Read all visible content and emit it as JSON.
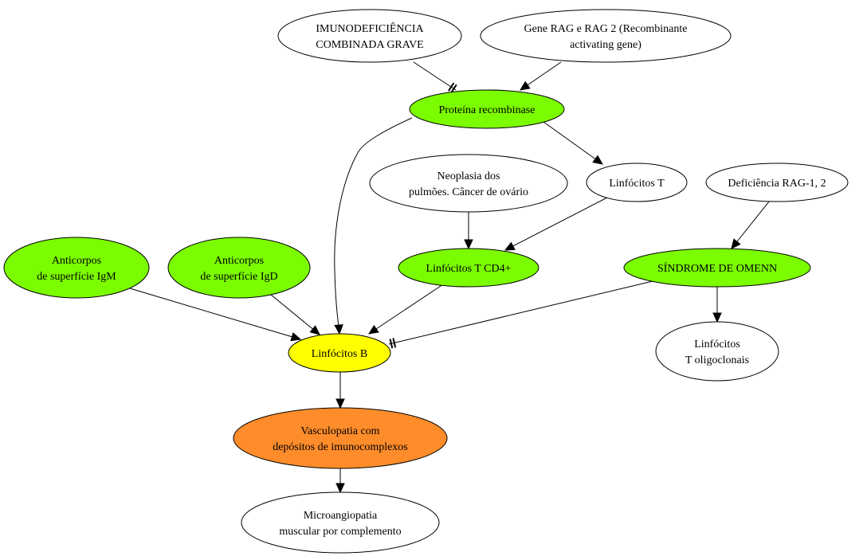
{
  "colors": {
    "green": "#7cfc00",
    "yellow": "#ffff00",
    "orange": "#ff8c2a",
    "white": "#ffffff",
    "stroke": "#000000"
  },
  "nodes": [
    {
      "id": "imunodeficiencia",
      "lines": [
        "IMUNODEFICIÊNCIA",
        "COMBINADA GRAVE"
      ],
      "fill": "white"
    },
    {
      "id": "gene-rag",
      "lines": [
        "Gene RAG e RAG 2 (Recombinante",
        "activating gene)"
      ],
      "fill": "white"
    },
    {
      "id": "proteina-recombinase",
      "lines": [
        "Proteína recombinase"
      ],
      "fill": "green"
    },
    {
      "id": "neoplasia",
      "lines": [
        "Neoplasia dos",
        "pulmões. Câncer de ovário"
      ],
      "fill": "white"
    },
    {
      "id": "linfocitos-t",
      "lines": [
        "Linfócitos T"
      ],
      "fill": "white"
    },
    {
      "id": "deficiencia-rag",
      "lines": [
        "Deficiência RAG-1, 2"
      ],
      "fill": "white"
    },
    {
      "id": "anticorpos-igm",
      "lines": [
        "Anticorpos",
        "de superfície IgM"
      ],
      "fill": "green"
    },
    {
      "id": "anticorpos-igd",
      "lines": [
        "Anticorpos",
        "de superfície IgD"
      ],
      "fill": "green"
    },
    {
      "id": "linfocitos-t-cd4",
      "lines": [
        "Linfócitos T CD4+"
      ],
      "fill": "green"
    },
    {
      "id": "sindrome-omenn",
      "lines": [
        "SÍNDROME DE OMENN"
      ],
      "fill": "green"
    },
    {
      "id": "linfocitos-b",
      "lines": [
        "Linfócitos B"
      ],
      "fill": "yellow"
    },
    {
      "id": "linfocitos-t-oligo",
      "lines": [
        "Linfócitos",
        "T oligoclonais"
      ],
      "fill": "white"
    },
    {
      "id": "vasculopatia",
      "lines": [
        "Vasculopatia com",
        "depósitos de imunocomplexos"
      ],
      "fill": "orange"
    },
    {
      "id": "microangiopatia",
      "lines": [
        "Microangiopatia",
        "muscular por complemento"
      ],
      "fill": "white"
    }
  ],
  "edges": [
    {
      "from": "imunodeficiencia",
      "to": "proteina-recombinase",
      "kind": "inhibit"
    },
    {
      "from": "gene-rag",
      "to": "proteina-recombinase",
      "kind": "arrow"
    },
    {
      "from": "proteina-recombinase",
      "to": "linfocitos-t",
      "kind": "arrow"
    },
    {
      "from": "proteina-recombinase",
      "to": "linfocitos-b",
      "kind": "arrow"
    },
    {
      "from": "neoplasia",
      "to": "linfocitos-t-cd4",
      "kind": "arrow"
    },
    {
      "from": "linfocitos-t",
      "to": "linfocitos-t-cd4",
      "kind": "arrow"
    },
    {
      "from": "deficiencia-rag",
      "to": "sindrome-omenn",
      "kind": "arrow"
    },
    {
      "from": "anticorpos-igm",
      "to": "linfocitos-b",
      "kind": "arrow"
    },
    {
      "from": "anticorpos-igd",
      "to": "linfocitos-b",
      "kind": "arrow"
    },
    {
      "from": "linfocitos-t-cd4",
      "to": "linfocitos-b",
      "kind": "arrow"
    },
    {
      "from": "sindrome-omenn",
      "to": "linfocitos-b",
      "kind": "inhibit"
    },
    {
      "from": "sindrome-omenn",
      "to": "linfocitos-t-oligo",
      "kind": "arrow"
    },
    {
      "from": "linfocitos-b",
      "to": "vasculopatia",
      "kind": "arrow"
    },
    {
      "from": "vasculopatia",
      "to": "microangiopatia",
      "kind": "arrow"
    }
  ]
}
